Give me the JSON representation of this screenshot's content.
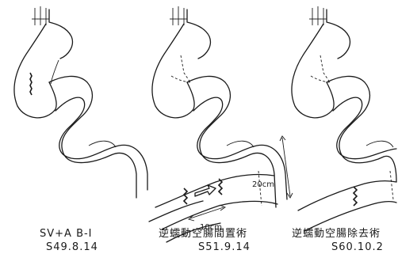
{
  "panels": [
    {
      "procedure": "SV+A B-Ⅰ",
      "date": "S49.8.14"
    },
    {
      "procedure": "逆蠕動空腸間置術",
      "date": "S51.9.14"
    },
    {
      "procedure": "逆蠕動空腸除去術",
      "date": "S60.10.2"
    }
  ],
  "measurements": {
    "length_long": "20cm",
    "length_short": "10cm"
  }
}
